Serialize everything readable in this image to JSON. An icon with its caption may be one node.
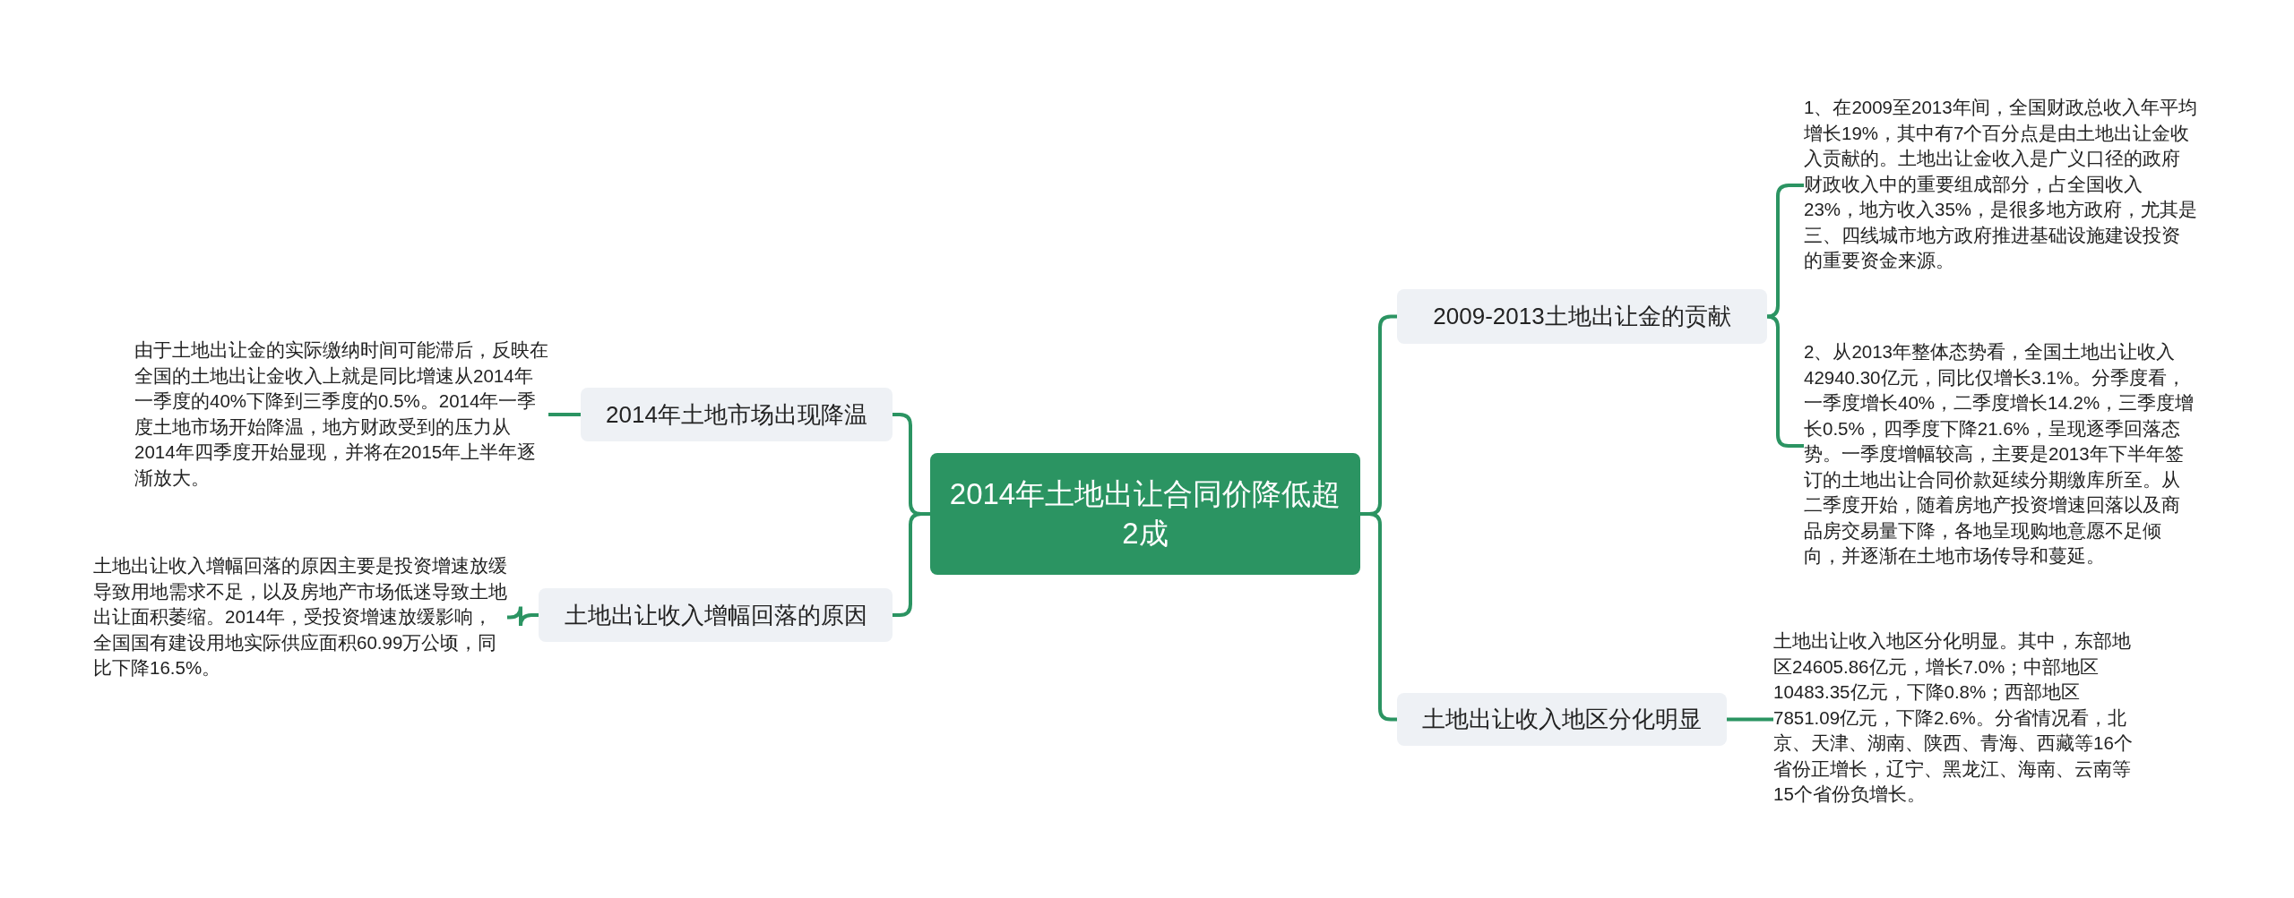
{
  "diagram": {
    "nodes": [
      {
        "text": [
          "2014年土地出让合同价降低超2成"
        ]
      },
      {
        "text": [
          "2014年土地市场出现降温"
        ]
      },
      {
        "text": [
          "由于土地出让金的实际缴纳时间可能滞后，反映在全国的土地出让金收入上就是同比增速从2014年一季度的40%下降到三季度的0.5%。2014年一季度土地市场开始降温，地方财政受到的压力从2014年四季度开始显现，并将在2015年上半年逐渐放大。"
        ]
      },
      {
        "text": [
          "土地出让收入增幅回落的原因"
        ]
      },
      {
        "text": [
          "土地出让收入增幅回落的原因主要是投资增速放缓导致用地需求不足，以及房地产市场低迷导致土地出让面积萎缩。2014年，受投资增速放缓影响，全国国有建设用地实际供应面积60.99万公顷，同比下降16.5%。"
        ]
      },
      {
        "text": [
          "2009-2013土地出让金的贡献"
        ]
      },
      {
        "text": [
          "1、在2009至2013年间，全国财政总收入年平均增长19%，其中有7个百分点是由土地出让金收入贡献的。土地出让金收入是广义口径的政府财政收入中的重要组成部分，占全国收入23%，地方收入35%，是很多地方政府，尤其是三、四线城市地方政府推进基础设施建设投资的重要资金来源。"
        ]
      },
      {
        "text": [
          "2、从2013年整体态势看，全国土地出让收入42940.30亿元，同比仅增长3.1%。分季度看，一季度增长40%，二季度增长14.2%，三季度增长0.5%，四季度下降21.6%，呈现逐季回落态势。一季度增幅较高，主要是2013年下半年签订的土地出让合同价款延续分期缴库所至。从二季度开始，随着房地产投资增速回落以及商品房交易量下降，各地呈现购地意愿不足倾向，并逐渐在土地市场传导和蔓延。"
        ]
      },
      {
        "text": [
          "土地出让收入地区分化明显"
        ]
      },
      {
        "text": [
          "土地出让收入地区分化明显。其中，东部地区24605.86亿元，增长7.0%；中部地区10483.35亿元，下降0.8%；西部地区7851.09亿元，下降2.6%。分省情况看，北京、天津、湖南、陕西、青海、西藏等16个省份正增长，辽宁、黑龙江、海南、云南等15个省份负增长。"
        ]
      }
    ],
    "edges": [
      {
        "from": 0,
        "to": 1,
        "arrow": "none"
      },
      {
        "from": 0,
        "to": 3,
        "arrow": "none"
      },
      {
        "from": 0,
        "to": 5,
        "arrow": "none"
      },
      {
        "from": 0,
        "to": 8,
        "arrow": "none"
      },
      {
        "from": 1,
        "to": 2,
        "arrow": "none"
      },
      {
        "from": 3,
        "to": 4,
        "arrow": "none"
      },
      {
        "from": 5,
        "to": 6,
        "arrow": "none"
      },
      {
        "from": 5,
        "to": 7,
        "arrow": "none"
      },
      {
        "from": 8,
        "to": 9,
        "arrow": "none"
      }
    ]
  }
}
